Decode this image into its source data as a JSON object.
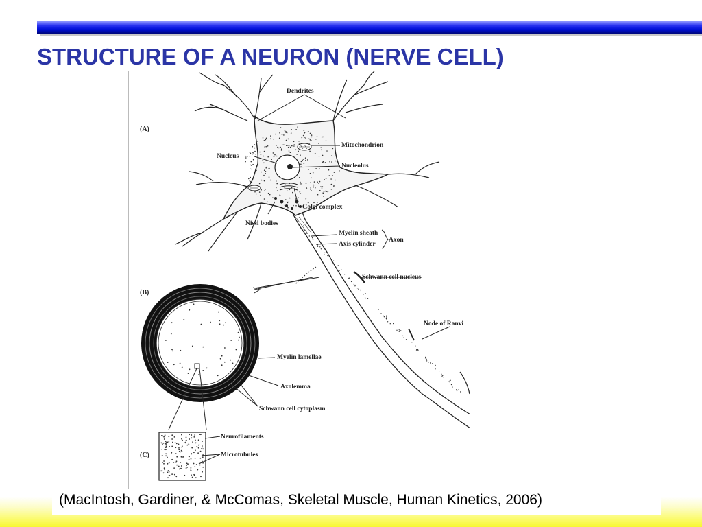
{
  "title": "STRUCTURE OF A NEURON (NERVE CELL)",
  "citation": "(MacIntosh, Gardiner, & McComas, Skeletal Muscle, Human Kinetics, 2006)",
  "colors": {
    "title": "#2b35a6",
    "bar": "#0010d8",
    "band": "#fbfb6a"
  },
  "figure": {
    "panels": {
      "a": "(A)",
      "b": "(B)",
      "c": "(C)"
    },
    "labels": {
      "dendrites": "Dendrites",
      "mitochondrion": "Mitochondrion",
      "nucleus": "Nucleus",
      "nucleolus": "Nucleolus",
      "golgi": "Golgi complex",
      "nissl": "Nissl bodies",
      "myelin_sheath": "Myelin sheath",
      "axis_cylinder": "Axis cylinder",
      "axon": "Axon",
      "schwann_nucleus": "Schwann cell nucleus",
      "node": "Node of Ranvi",
      "myelin_lamellae": "Myelin lamellae",
      "axolemma": "Axolemma",
      "schwann_cytoplasm": "Schwann cell cytoplasm",
      "neurofilaments": "Neurofilaments",
      "microtubules": "Microtubules"
    }
  }
}
